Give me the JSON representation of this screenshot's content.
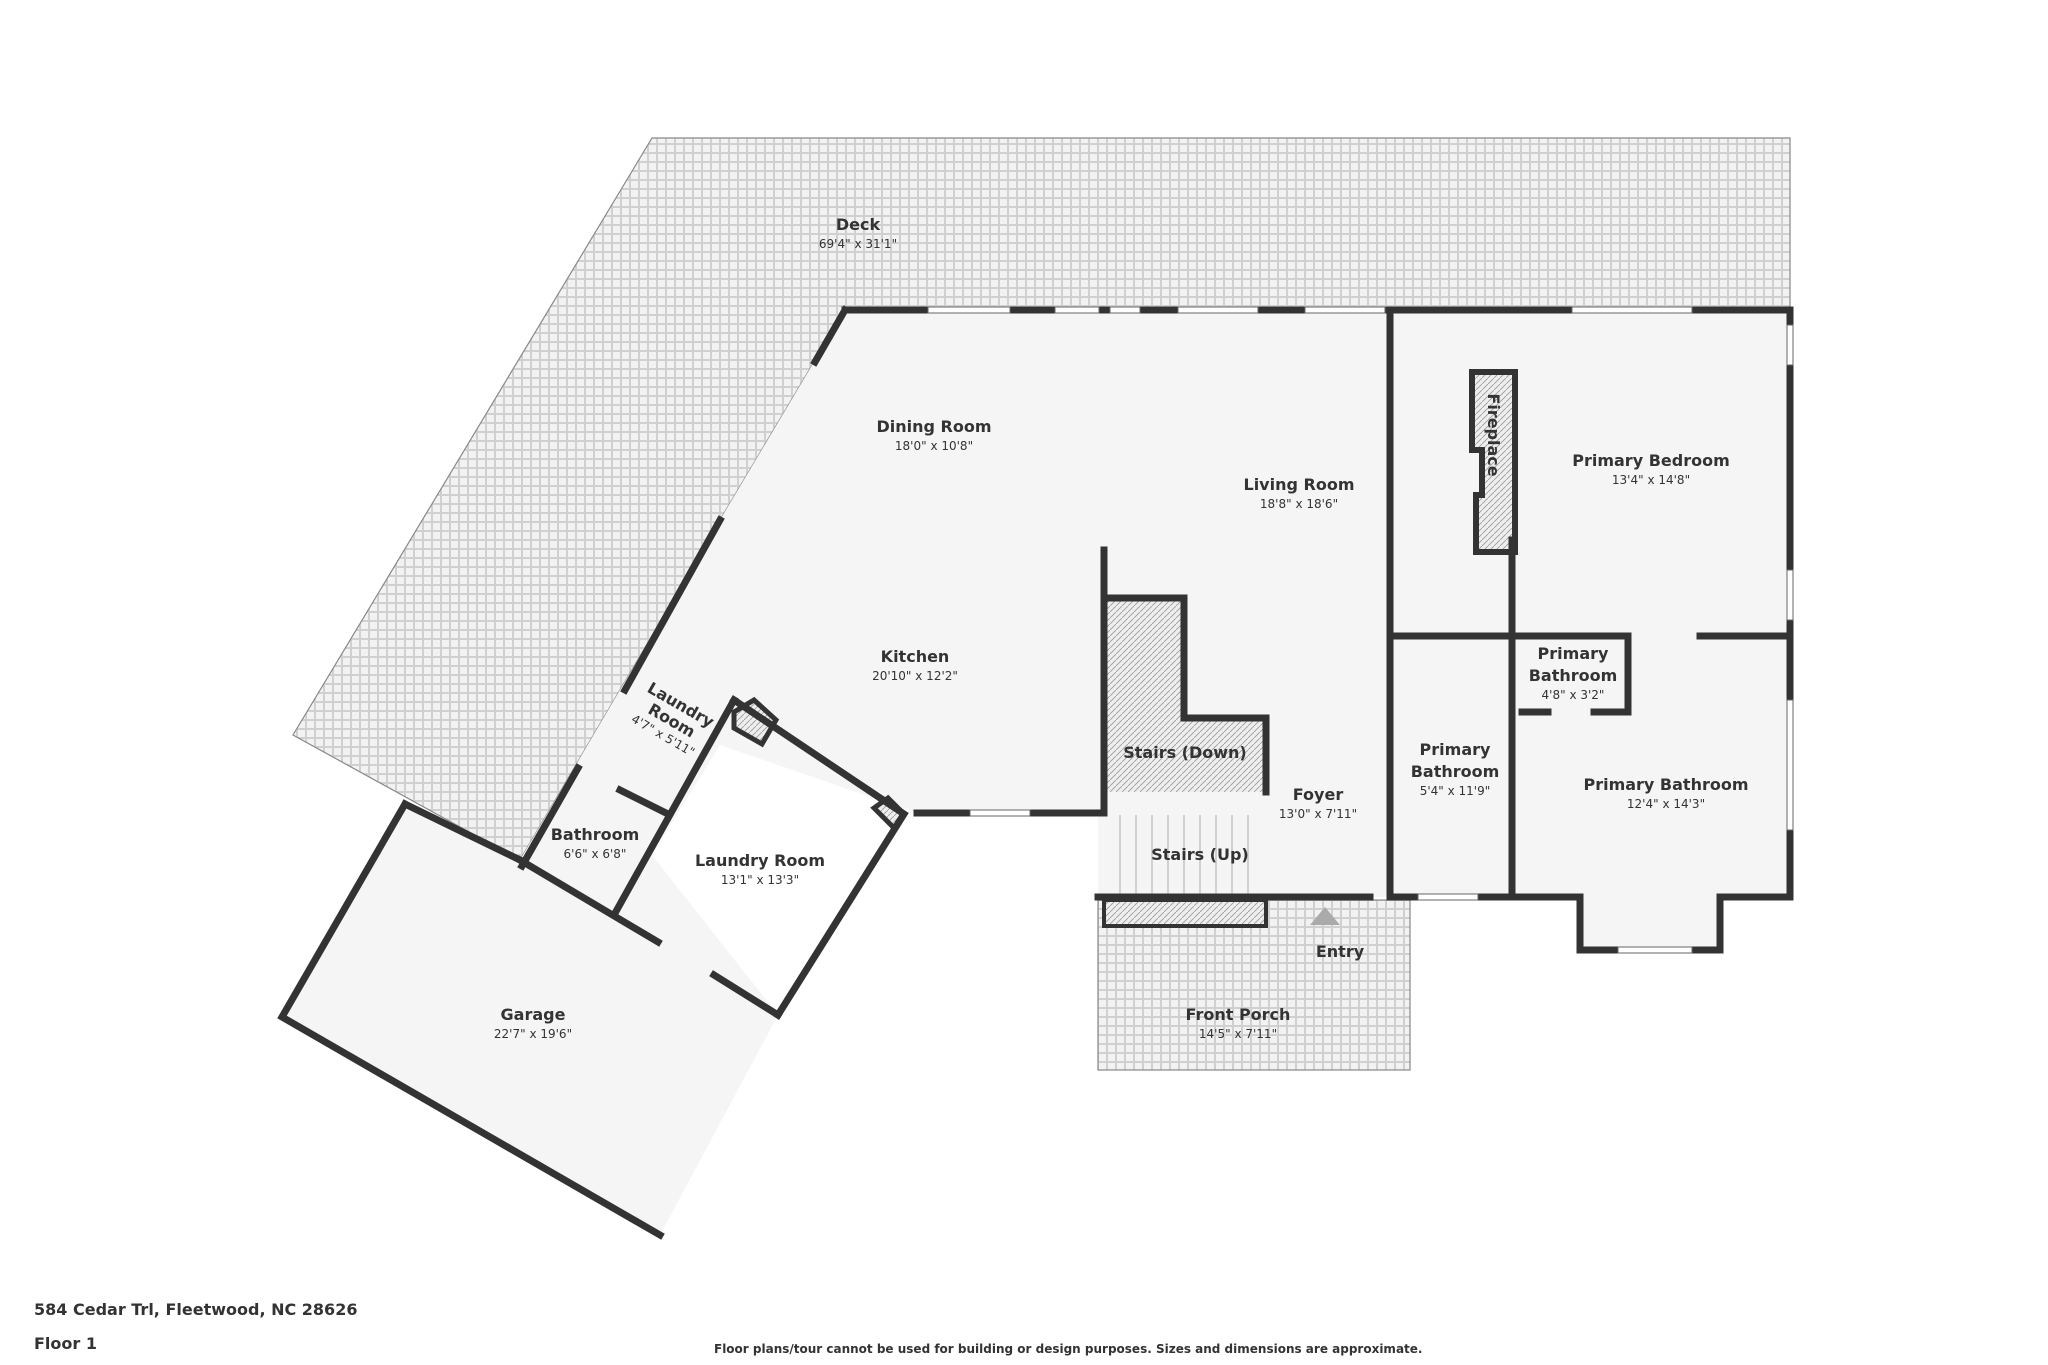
{
  "footer": {
    "address": "584 Cedar Trl, Fleetwood, NC 28626",
    "floor": "Floor 1",
    "disclaimer": "Floor plans/tour cannot be used for building or design purposes. Sizes and dimensions are approximate."
  },
  "rooms": {
    "deck": {
      "name": "Deck",
      "dims": "69'4\" x 31'1\""
    },
    "dining": {
      "name": "Dining Room",
      "dims": "18'0\" x 10'8\""
    },
    "living": {
      "name": "Living Room",
      "dims": "18'8\" x 18'6\""
    },
    "fireplace": {
      "name": "Fireplace"
    },
    "primary_bedroom": {
      "name": "Primary Bedroom",
      "dims": "13'4\" x 14'8\""
    },
    "kitchen": {
      "name": "Kitchen",
      "dims": "20'10\" x 12'2\""
    },
    "laundry_small": {
      "name1": "Laundry",
      "name2": "Room",
      "dims": "4'7\" x 5'11\""
    },
    "bathroom": {
      "name": "Bathroom",
      "dims": "6'6\" x 6'8\""
    },
    "laundry": {
      "name": "Laundry Room",
      "dims": "13'1\" x 13'3\""
    },
    "stairs_down": {
      "name": "Stairs (Down)"
    },
    "stairs_up": {
      "name": "Stairs (Up)"
    },
    "foyer": {
      "name": "Foyer",
      "dims": "13'0\" x 7'11\""
    },
    "primary_bath_small": {
      "name1": "Primary",
      "name2": "Bathroom",
      "dims": "4'8\" x 3'2\""
    },
    "primary_bath_mid": {
      "name1": "Primary",
      "name2": "Bathroom",
      "dims": "5'4\" x 11'9\""
    },
    "primary_bath_large": {
      "name": "Primary Bathroom",
      "dims": "12'4\" x 14'3\""
    },
    "entry": {
      "name": "Entry"
    },
    "front_porch": {
      "name": "Front Porch",
      "dims": "14'5\" x 7'11\""
    },
    "garage": {
      "name": "Garage",
      "dims": "22'7\" x 19'6\""
    }
  }
}
